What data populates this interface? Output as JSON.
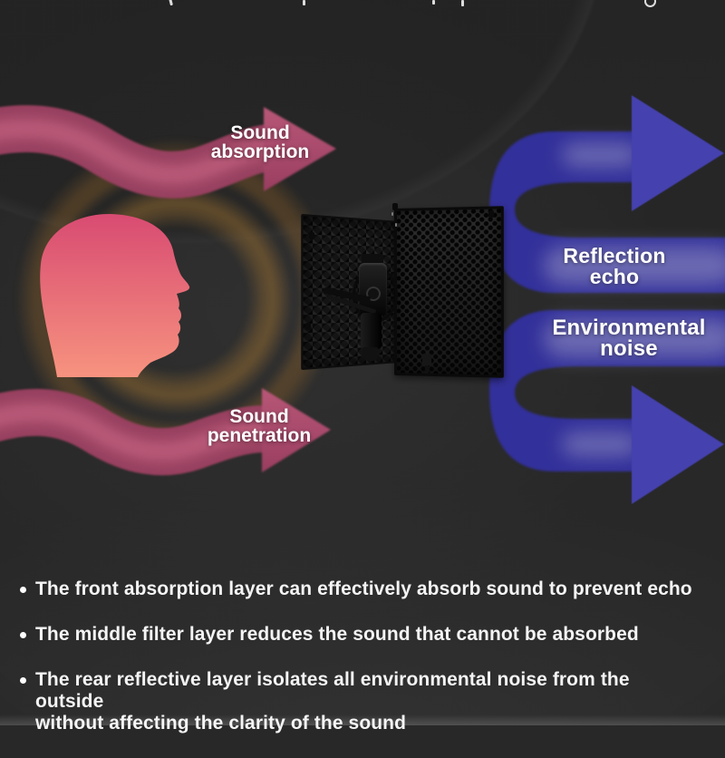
{
  "colors": {
    "bg": "#282828",
    "text": "#ffffff",
    "arrow-pink": "#97405f",
    "arrow-pink-core": "#c2607f",
    "arrow-pink-head-top": "#b85778",
    "arrow-pink-head-bottom": "#9a3e60",
    "head-top": "#d84b72",
    "head-bottom": "#f7937f",
    "arrow-blue": "#32309a",
    "arrow-blue-core": "#9a98c4",
    "arrow-blue-head": "#4542af",
    "glow-amber": "#b98232"
  },
  "diagram": {
    "sound_absorption": {
      "line1": "Sound",
      "line2": "absorption"
    },
    "sound_penetration": {
      "line1": "Sound",
      "line2": "penetration"
    },
    "reflection_echo": {
      "line1": "Reflection",
      "line2": "echo"
    },
    "environmental_noise": {
      "line1": "Environmental",
      "line2": "noise"
    }
  },
  "bullets": [
    {
      "line1": "The front absorption layer can effectively absorb sound to prevent echo"
    },
    {
      "line1": "The middle filter layer reduces the sound that cannot be absorbed"
    },
    {
      "line1": "The rear reflective layer isolates all environmental noise from the outside",
      "line2": "without affecting the clarity of the sound"
    }
  ]
}
